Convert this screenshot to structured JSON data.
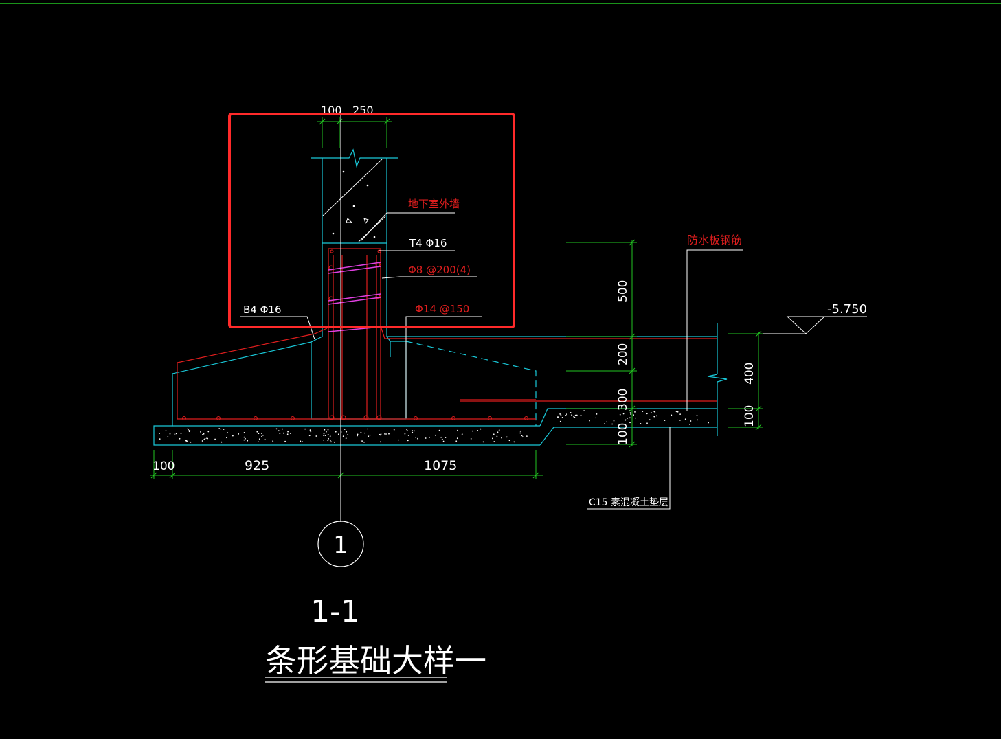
{
  "colors": {
    "background": "#000000",
    "outline": "#19c8d8",
    "rebar": "#e01e1e",
    "stirrup": "#e040e0",
    "dimension": "#22c422",
    "text": "#ffffff",
    "highlight": "#ff2a2a"
  },
  "dims": {
    "top_100": "100",
    "top_250": "250",
    "right_500": "500",
    "right_200": "200",
    "right_300": "300",
    "right_100": "100",
    "far_400": "400",
    "far_100": "100",
    "bottom_100": "100",
    "bottom_925": "925",
    "bottom_1075": "1075"
  },
  "labels": {
    "basement_wall": "地下室外墙",
    "t4": "T4 Φ16",
    "stirrup": "Φ8 @200(4)",
    "b4": "B4 Φ16",
    "phi14": "Φ14 @150",
    "waterproof": "防水板钢筋",
    "elevation": "-5.750",
    "c15": "C15 素混凝土垫层"
  },
  "axis_label": "1",
  "section_title": "1-1",
  "section_subtitle": "条形基础大样一",
  "icons": {
    "elevation_marker": "elevation-triangle-icon",
    "break_mark": "break-line-icon",
    "axis_bubble": "axis-circle-icon"
  }
}
